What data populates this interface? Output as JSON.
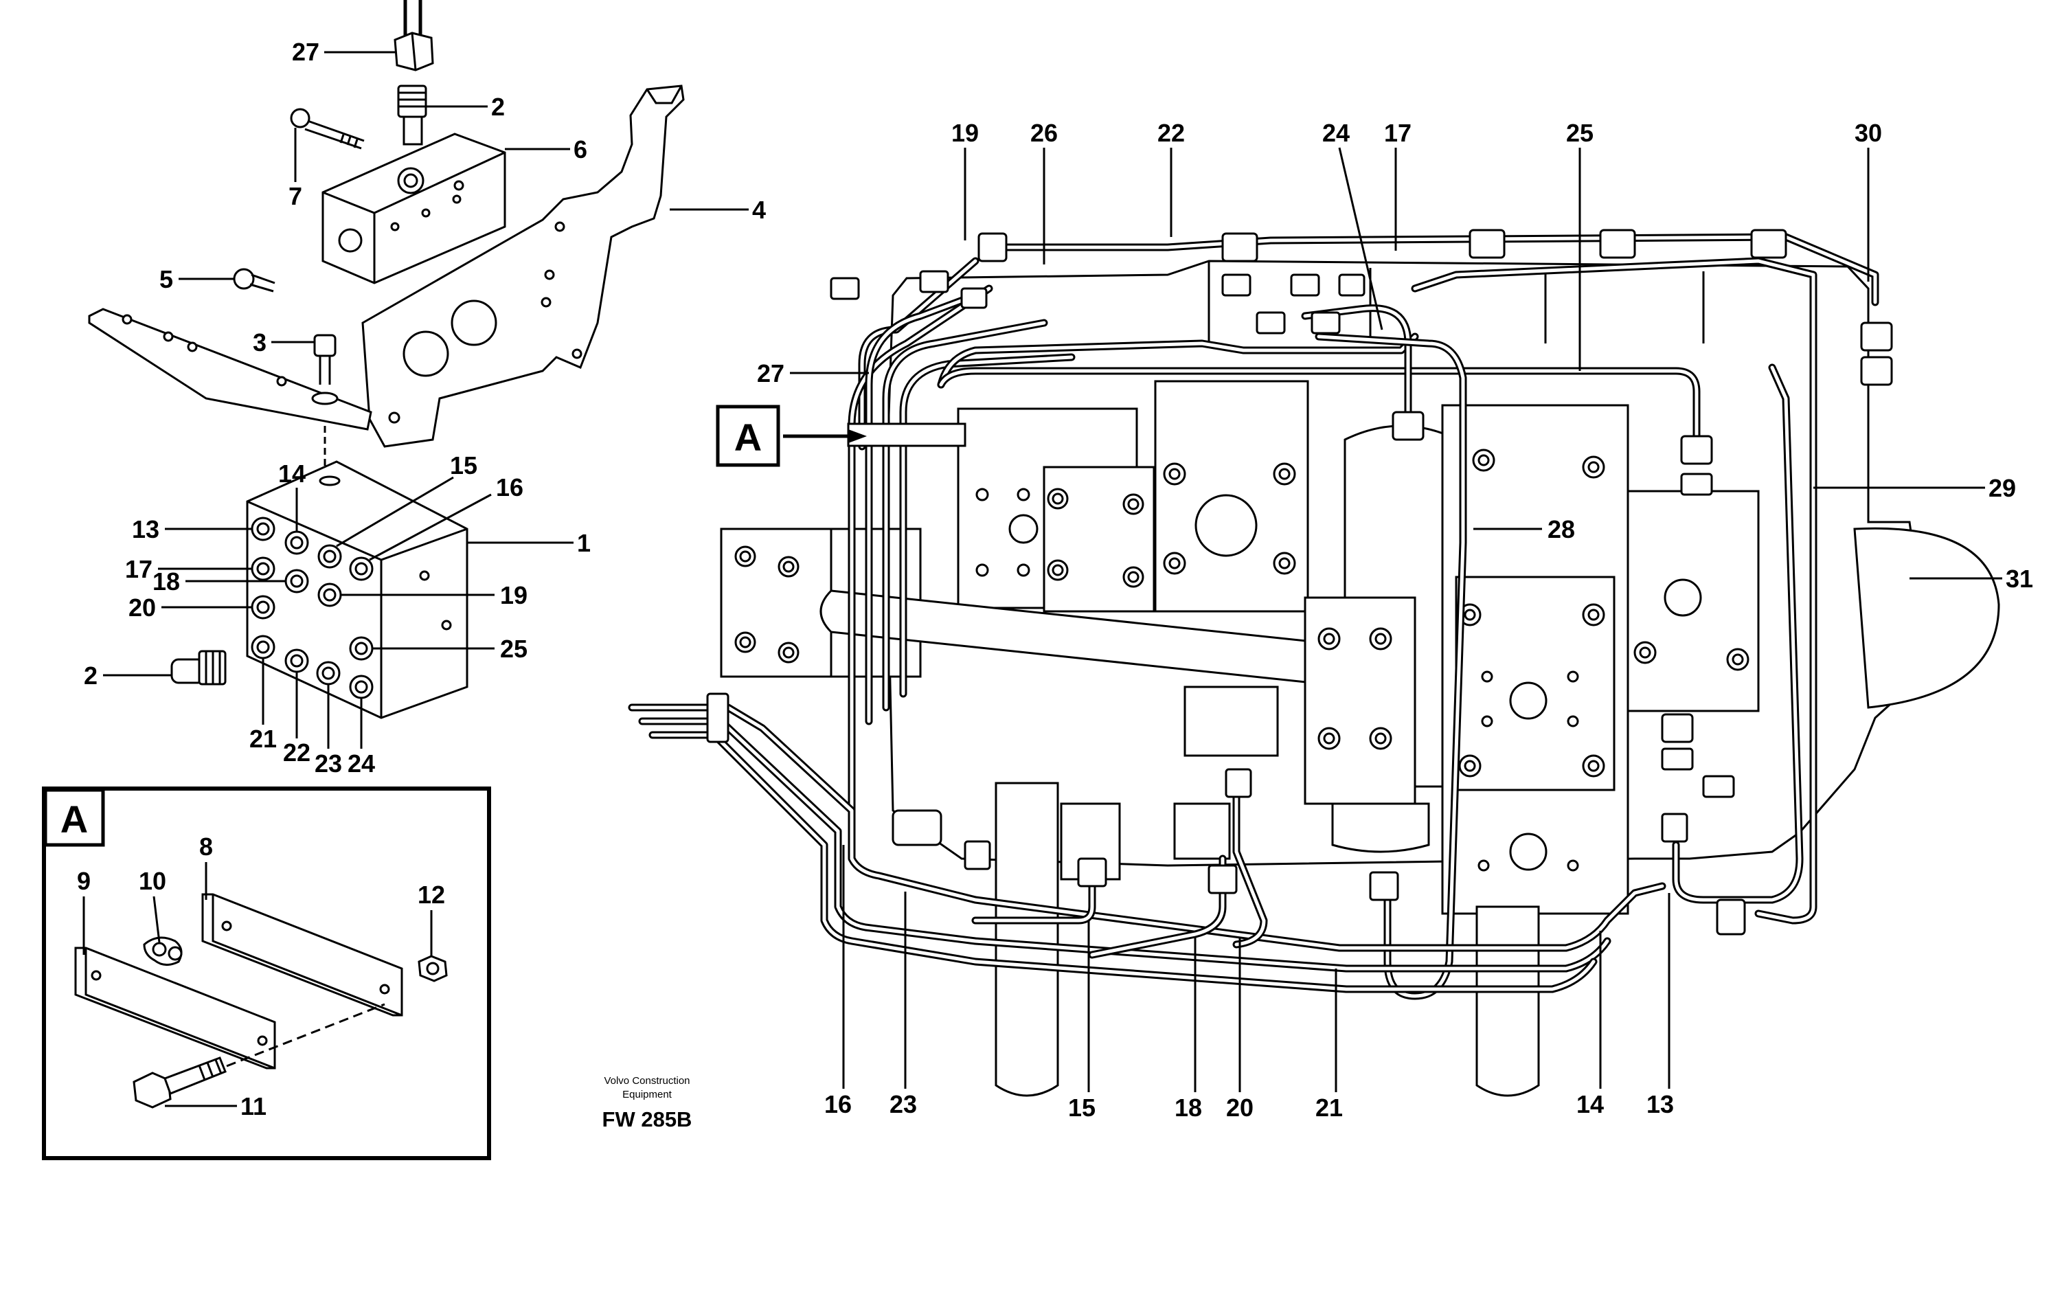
{
  "figure_code": "FW 285B",
  "credit": {
    "line1": "Volvo Construction",
    "line2": "Equipment"
  },
  "view_markers": {
    "main": "A",
    "inset": "A"
  },
  "callouts": {
    "left_top": [
      "27",
      "2",
      "6",
      "7",
      "4",
      "5",
      "3"
    ],
    "left_block": [
      "14",
      "15",
      "16",
      "13",
      "1",
      "17",
      "18",
      "19",
      "20",
      "25",
      "2",
      "21",
      "22",
      "23",
      "24"
    ],
    "inset": [
      "8",
      "10",
      "9",
      "12",
      "11"
    ],
    "right_top": [
      "19",
      "26",
      "22",
      "24",
      "17",
      "25",
      "30",
      "27"
    ],
    "right_side": [
      "28",
      "29",
      "31"
    ],
    "right_bottom": [
      "16",
      "23",
      "15",
      "18",
      "20",
      "21",
      "14",
      "13"
    ]
  }
}
